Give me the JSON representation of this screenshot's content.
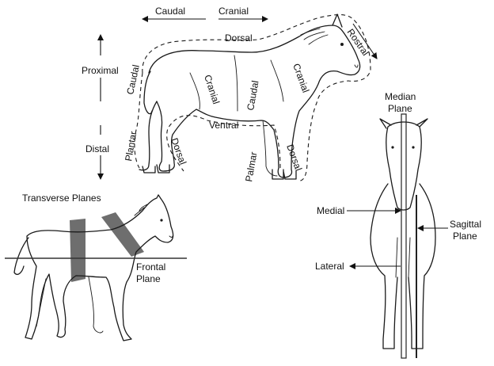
{
  "directional_terms": {
    "caudal_top": "Caudal",
    "cranial_top": "Cranial",
    "dorsal_top": "Dorsal",
    "rostral": "Rostral",
    "proximal": "Proximal",
    "distal": "Distal",
    "caudal_rump": "Caudal",
    "cranial_flank": "Cranial",
    "caudal_shoulder": "Caudal",
    "cranial_chest": "Cranial",
    "ventral": "Ventral",
    "plantar": "Plantar",
    "dorsal_hind": "Dorsal",
    "palmar": "Palmar",
    "dorsal_fore": "Dorsal"
  },
  "planes": {
    "transverse": "Transverse Planes",
    "frontal_line1": "Frontal",
    "frontal_line2": "Plane",
    "median_line1": "Median",
    "median_line2": "Plane",
    "medial": "Medial",
    "lateral": "Lateral",
    "sagittal_line1": "Sagittal",
    "sagittal_line2": "Plane"
  },
  "colors": {
    "ink": "#1a1a1a",
    "plane_fill": "#555555",
    "background": "#ffffff"
  }
}
